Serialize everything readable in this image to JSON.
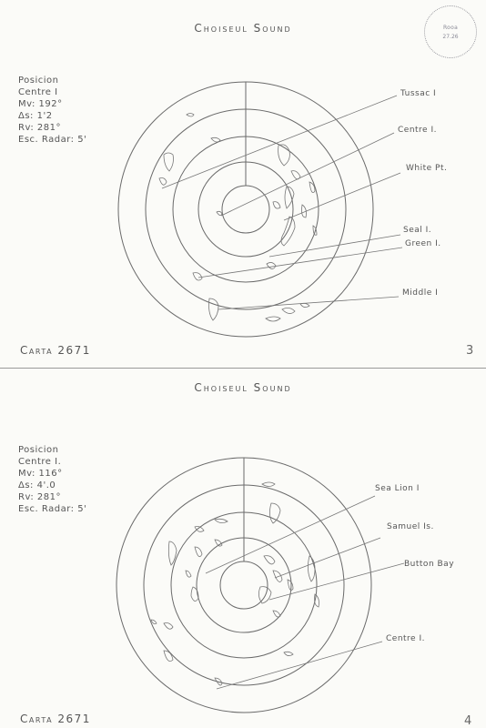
{
  "panels": [
    {
      "title": "Choiseul Sound",
      "info": [
        "Posicion",
        "Centre I",
        "Mv: 192°",
        "Δs: 1'2",
        "Rv: 281°",
        "Esc. Radar: 5'"
      ],
      "targets": [
        "Tussac I",
        "Centre I.",
        "White Pt.",
        "Seal I.",
        "Green I.",
        "Middle I"
      ],
      "carta": "Carta 2671",
      "page": "3"
    },
    {
      "title": "Choiseul Sound",
      "info": [
        "Posicion",
        "Centre I.",
        "Mv: 116°",
        "Δs: 4'.0",
        "Rv: 281°",
        "Esc. Radar: 5'"
      ],
      "targets": [
        "Sea Lion I",
        "Samuel Is.",
        "Button Bay",
        "Centre I."
      ],
      "carta": "Carta 2671",
      "page": "4"
    }
  ],
  "stamp": {
    "top_text": "Rooa",
    "bottom_text": "27.26"
  },
  "colors": {
    "paper": "#fbfbf8",
    "ink": "#555555",
    "ring": "#6a6a6a"
  }
}
